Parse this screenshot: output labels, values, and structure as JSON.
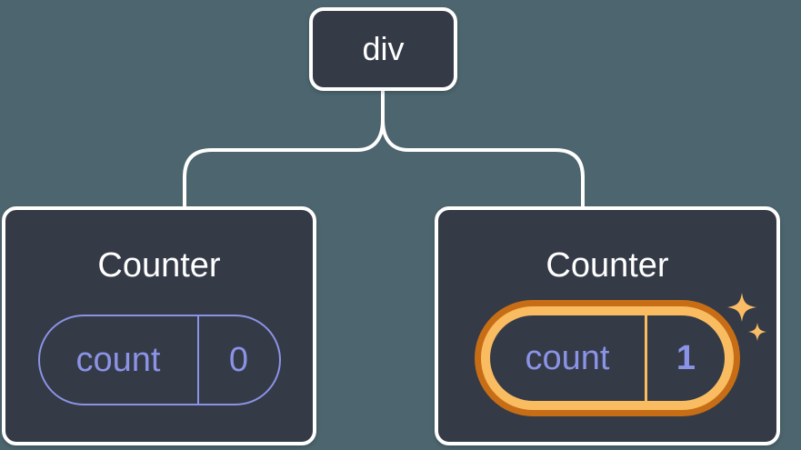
{
  "colors": {
    "background": "#4D656E",
    "node_fill": "#343A46",
    "node_border": "#FFFFFF",
    "connector": "#FFFFFF",
    "state_accent": "#8B93E6",
    "highlight_ring_outer": "#C76D16",
    "highlight_ring_inner": "#FABC61",
    "sparkle": "#FABD66"
  },
  "tree": {
    "root": {
      "label": "div"
    },
    "children": [
      {
        "title": "Counter",
        "state": {
          "key": "count",
          "value": "0"
        },
        "highlighted": false
      },
      {
        "title": "Counter",
        "state": {
          "key": "count",
          "value": "1"
        },
        "highlighted": true
      }
    ]
  },
  "icons": {
    "sparkles": "sparkles-icon"
  }
}
